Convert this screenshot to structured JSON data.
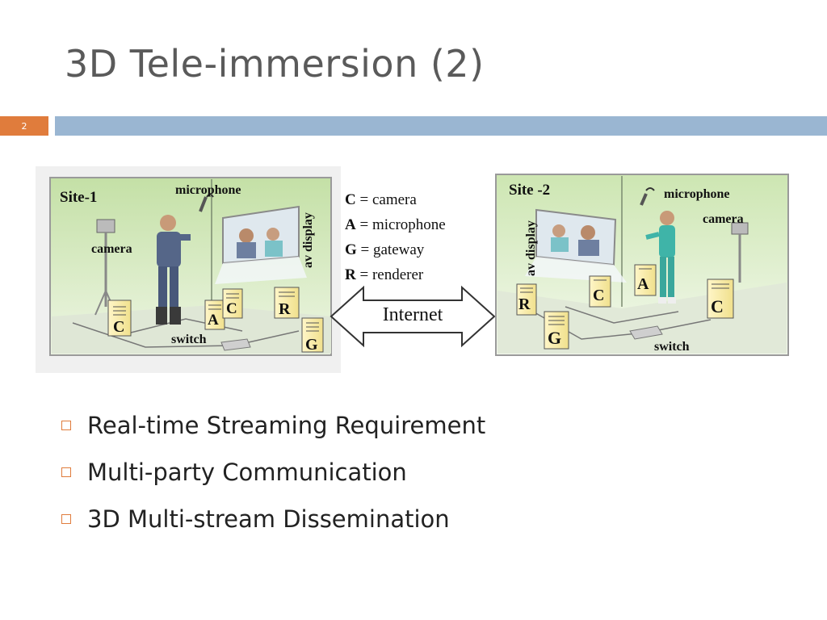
{
  "slide": {
    "title": "3D Tele-immersion (2)",
    "number": "2"
  },
  "diagram": {
    "site1": {
      "label": "Site-1",
      "microphone": "microphone",
      "camera": "camera",
      "av_display": "av display",
      "switch": "switch",
      "nodes": [
        "C",
        "A",
        "C",
        "R",
        "G"
      ]
    },
    "site2": {
      "label": "Site -2",
      "microphone": "microphone",
      "camera": "camera",
      "av_display": "av display",
      "switch": "switch",
      "nodes": [
        "R",
        "C",
        "A",
        "C",
        "G"
      ]
    },
    "internet": "Internet",
    "legend": [
      {
        "key": "C",
        "value": " = camera"
      },
      {
        "key": "A",
        "value": " = microphone"
      },
      {
        "key": "G",
        "value": " = gateway"
      },
      {
        "key": "R",
        "value": " = renderer"
      }
    ]
  },
  "bullets": [
    "Real-time Streaming Requirement",
    "Multi-party Communication",
    "3D Multi-stream Dissemination"
  ],
  "colors": {
    "accent": "#e07c3c",
    "bar": "#9ab6d2",
    "room_bg": "#cfe6b4"
  }
}
